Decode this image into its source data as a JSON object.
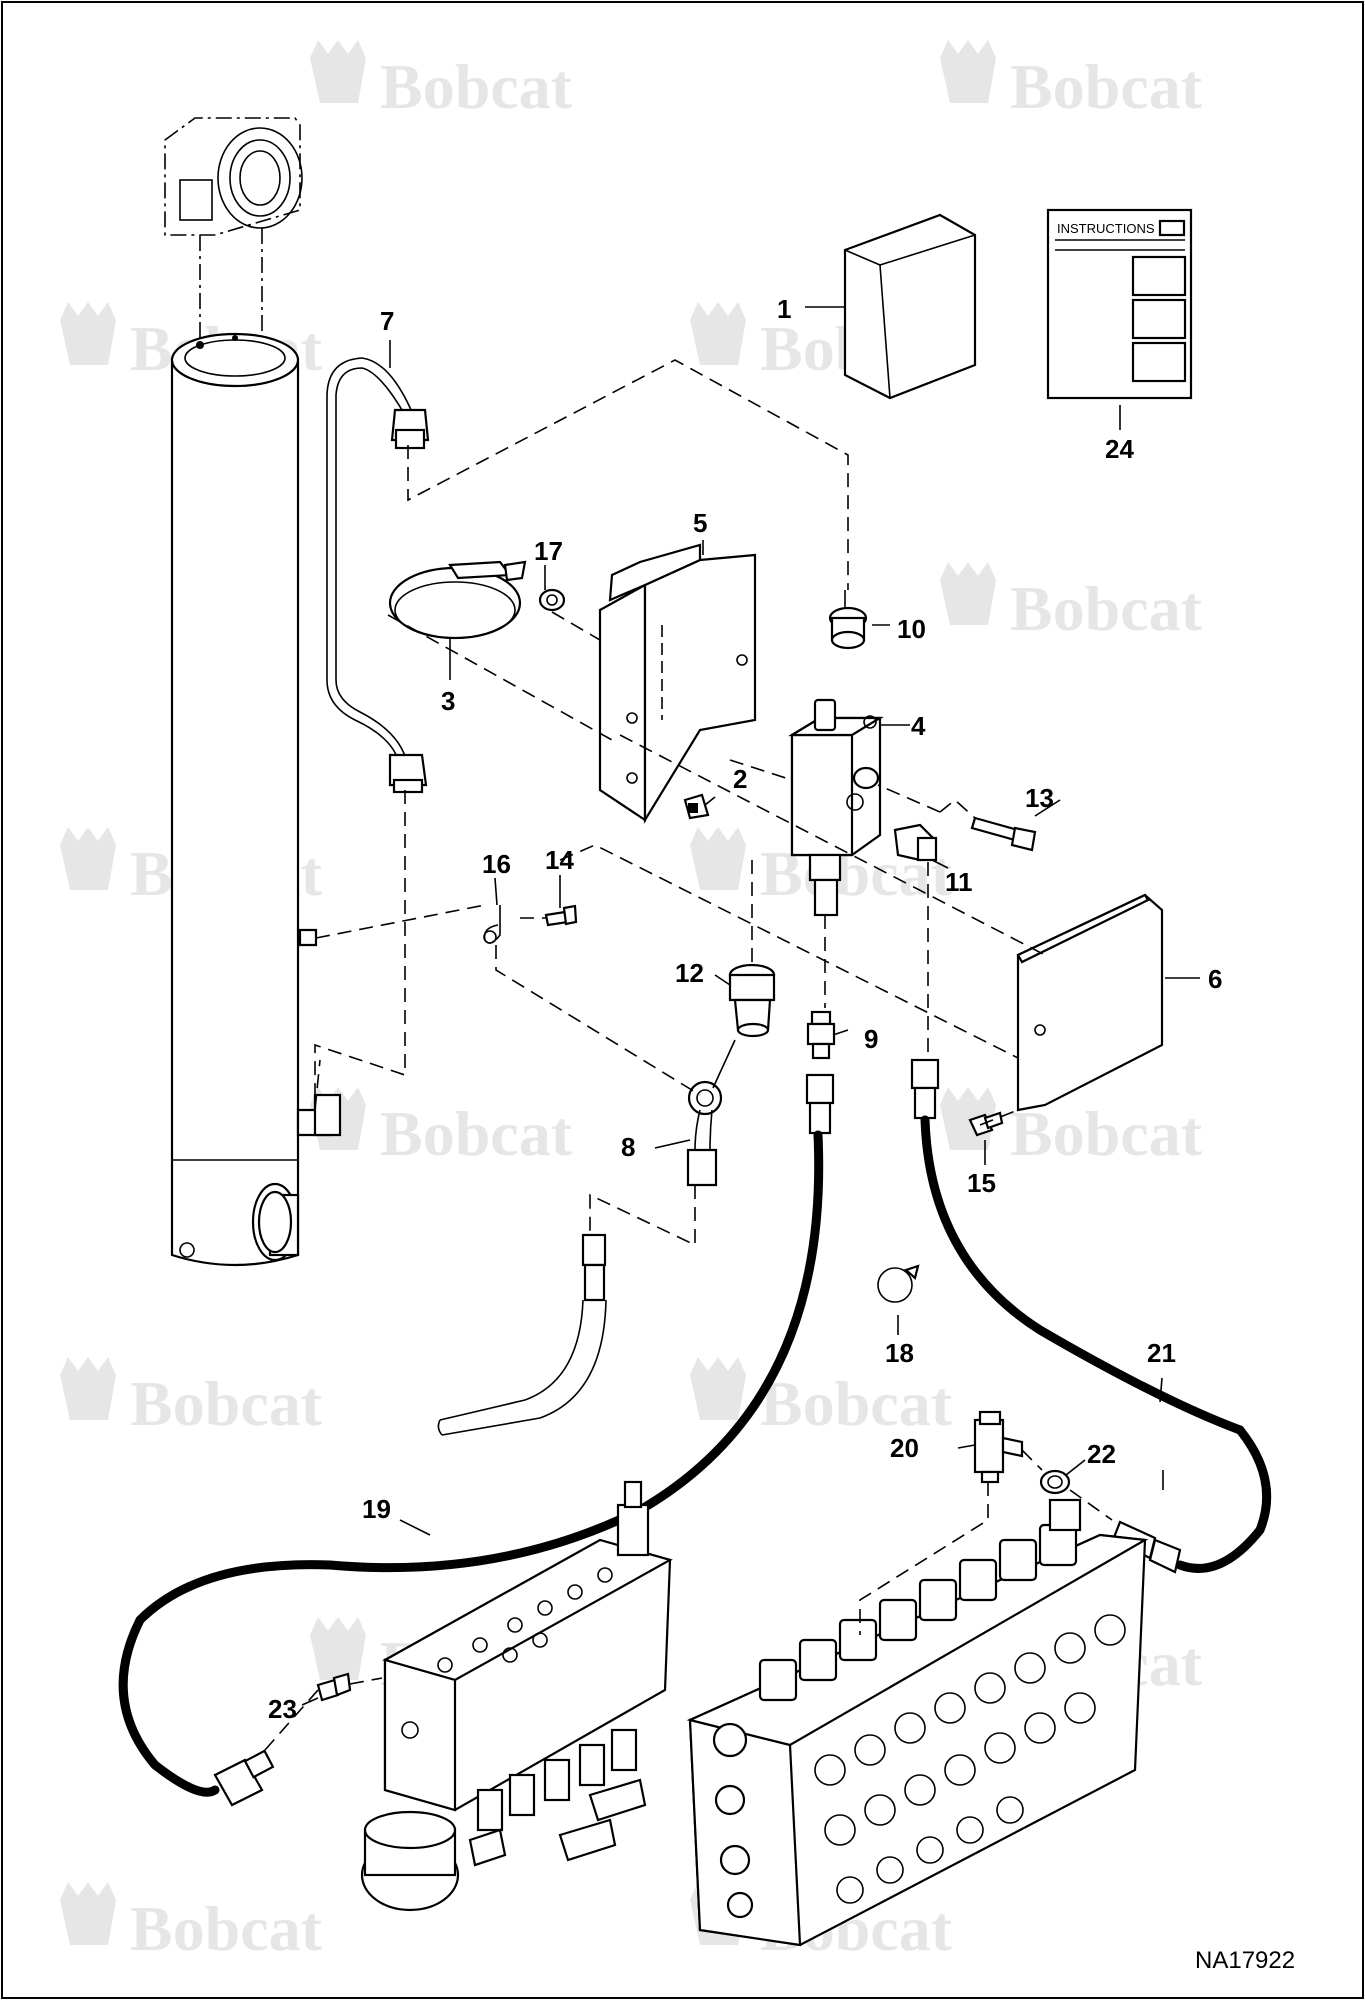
{
  "diagram": {
    "watermark": "Bobcat",
    "drawing_code": "NA17922",
    "instructions_label": "INSTRUCTIONS",
    "callouts": [
      "1",
      "2",
      "3",
      "4",
      "5",
      "6",
      "7",
      "8",
      "9",
      "10",
      "11",
      "12",
      "13",
      "14",
      "15",
      "16",
      "17",
      "18",
      "19",
      "20",
      "21",
      "22",
      "23",
      "24"
    ]
  }
}
